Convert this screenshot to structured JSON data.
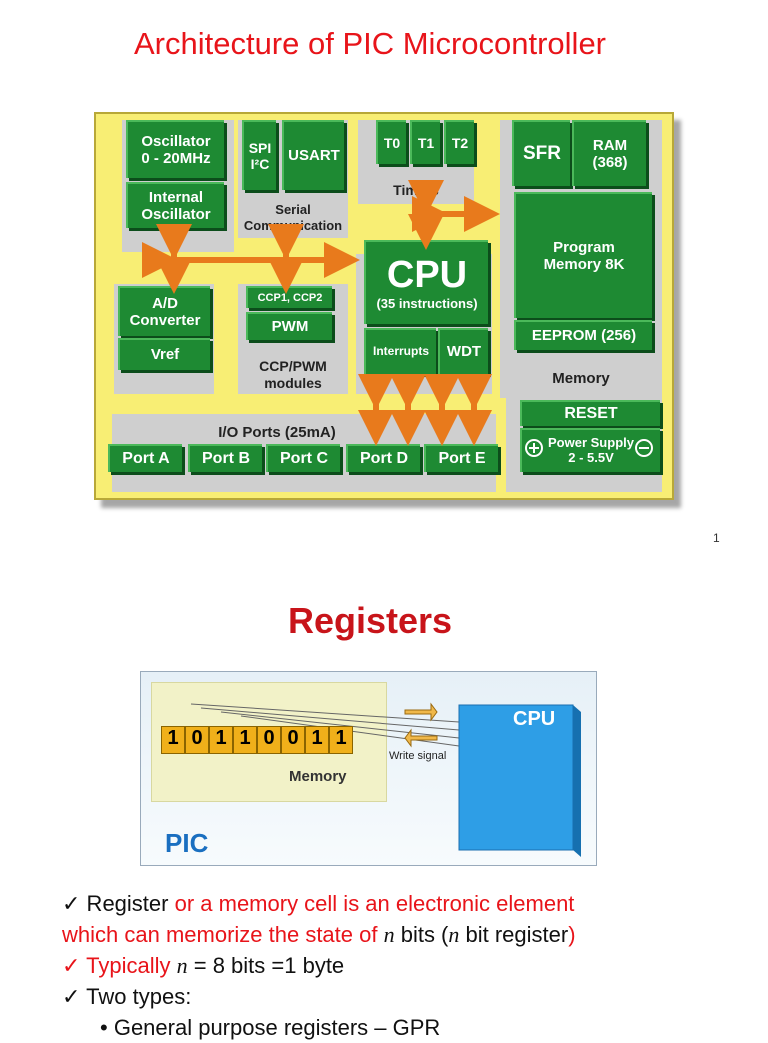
{
  "slide1": {
    "title": "Architecture of PIC Microcontroller",
    "blocks": {
      "oscillator": "Oscillator\n0 - 20MHz",
      "internal_oscillator": "Internal\nOscillator",
      "spi": "SPI",
      "i2c": "I²C",
      "usart": "USART",
      "serial_label": "Serial\nCommunication",
      "t0": "T0",
      "t1": "T1",
      "t2": "T2",
      "timers_label": "Timers",
      "sfr": "SFR",
      "ram": "RAM\n(368)",
      "program_memory": "Program\nMemory 8K",
      "eeprom": "EEPROM (256)",
      "memory_label": "Memory",
      "cpu": "CPU",
      "cpu_sub": "(35 instructions)",
      "interrupts": "Interrupts",
      "wdt": "WDT",
      "ad_converter": "A/D\nConverter",
      "vref": "Vref",
      "ccp": "CCP1, CCP2",
      "pwm": "PWM",
      "ccp_label": "CCP/PWM\nmodules",
      "io_label": "I/O Ports (25mA)",
      "ports": [
        "Port A",
        "Port B",
        "Port C",
        "Port D",
        "Port E"
      ],
      "reset": "RESET",
      "power_supply": "Power Supply\n2 - 5.5V"
    },
    "page_number": "1"
  },
  "slide2": {
    "title": "Registers",
    "diagram": {
      "bits": [
        "1",
        "0",
        "1",
        "1",
        "0",
        "0",
        "1",
        "1"
      ],
      "memory_label": "Memory",
      "write_signal": "Write signal",
      "cpu_label": "CPU",
      "pic_label": "PIC"
    },
    "bullets": {
      "b1_check": "✓",
      "b1_a": " Register ",
      "b1_b": "or a memory cell is an electronic element",
      "b1_c": "which can memorize the state of ",
      "b1_n": "n",
      "b1_d": " bits (",
      "b1_n2": "n",
      "b1_e": " bit register",
      "b1_f": ")",
      "b2_check": "✓",
      "b2_a": " Typically ",
      "b2_n": "n",
      "b2_b": " = 8 bits =1 byte",
      "b3_check": "✓",
      "b3_a": " Two types:",
      "b4": "General purpose registers – GPR"
    }
  },
  "colors": {
    "title_red": "#e8141a",
    "chip_green": "#1e8a33",
    "board_yellow": "#f8ee74",
    "arrow_orange": "#e87a1c",
    "cpu_blue": "#2e9ee6"
  }
}
